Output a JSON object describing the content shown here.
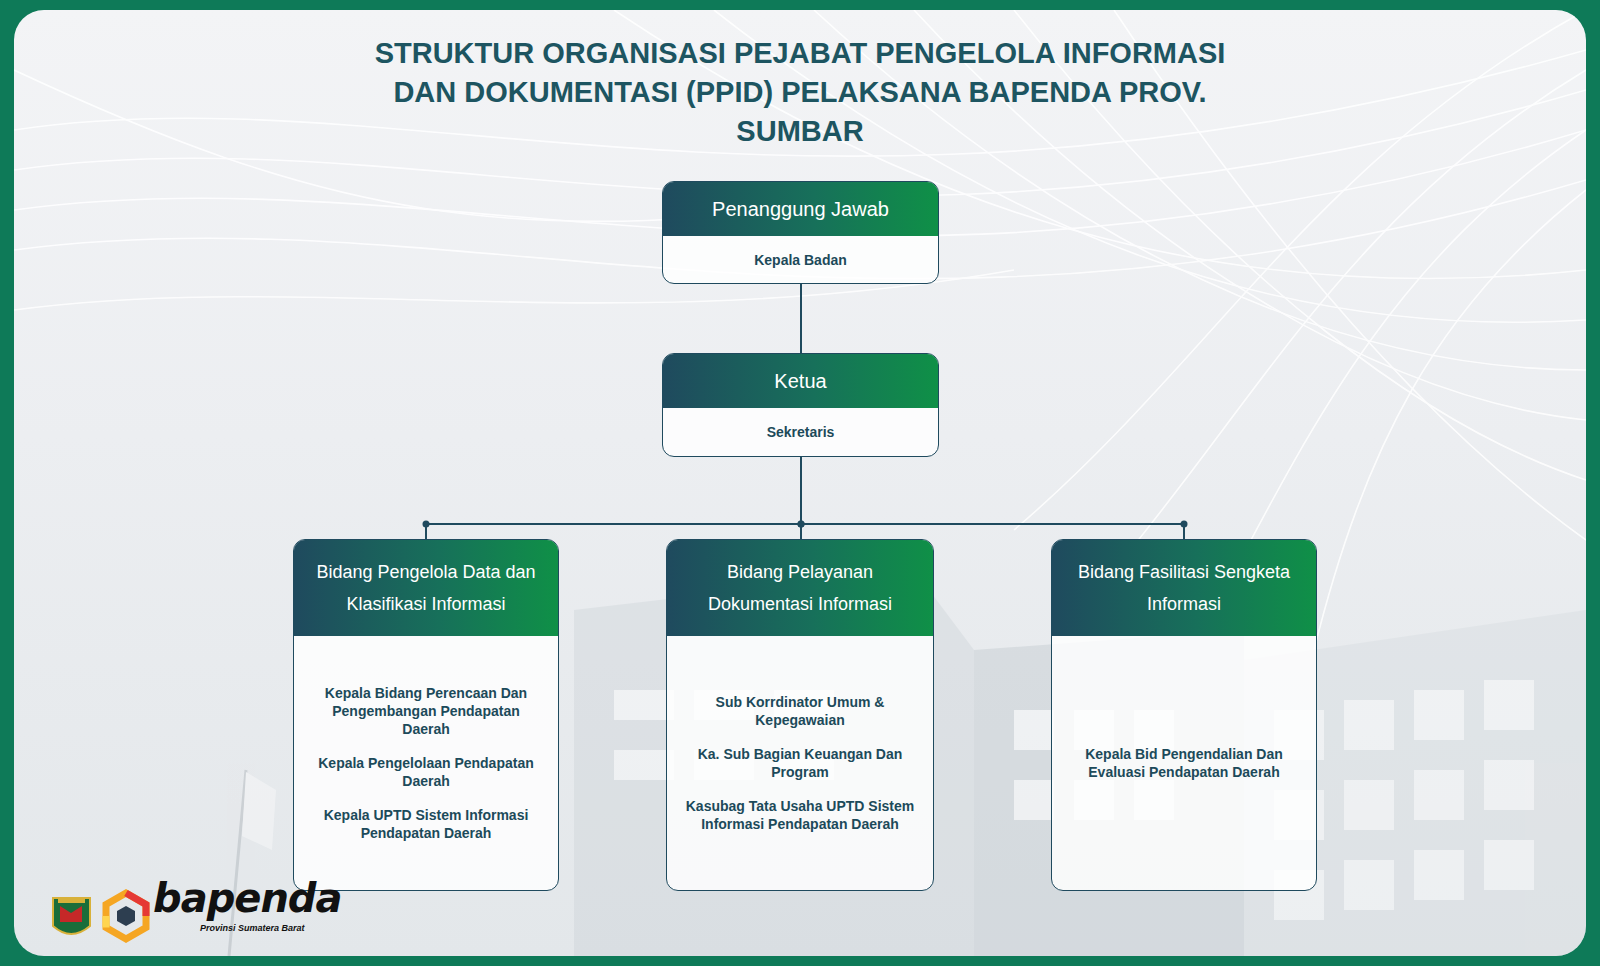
{
  "diagram": {
    "title": "STRUKTUR ORGANISASI PEJABAT PENGELOLA INFORMASI DAN DOKUMENTASI (PPID) PELAKSANA BAPENDA PROV. SUMBAR",
    "nodes": [
      {
        "text": [
          "Penanggung Jawab",
          "Kepala Badan"
        ]
      },
      {
        "text": [
          "Ketua",
          "Sekretaris"
        ]
      },
      {
        "text": [
          "Bidang Pengelola Data dan Klasifikasi Informasi",
          "Kepala Bidang Perencaan Dan Pengembangan Pendapatan Daerah",
          "Kepala Pengelolaan Pendapatan Daerah",
          "Kepala UPTD Sistem Informasi Pendapatan Daerah"
        ]
      },
      {
        "text": [
          "Bidang Pelayanan Dokumentasi Informasi",
          "Sub Korrdinator Umum & Kepegawaian",
          "Ka. Sub Bagian Keuangan Dan Program",
          "Kasubag Tata Usaha UPTD Sistem Informasi Pendapatan Daerah"
        ]
      },
      {
        "text": [
          "Bidang Fasilitasi Sengketa Informasi",
          "Kepala Bid Pengendalian Dan Evaluasi Pendapatan Daerah"
        ]
      }
    ],
    "edges": [
      {
        "from": 0,
        "to": 1,
        "arrow": "none"
      },
      {
        "from": 1,
        "to": 2,
        "arrow": "none"
      },
      {
        "from": 1,
        "to": 3,
        "arrow": "none"
      },
      {
        "from": 1,
        "to": 4,
        "arrow": "none"
      }
    ],
    "labels": [
      "bapenda",
      "Provinsi Sumatera Barat"
    ]
  }
}
